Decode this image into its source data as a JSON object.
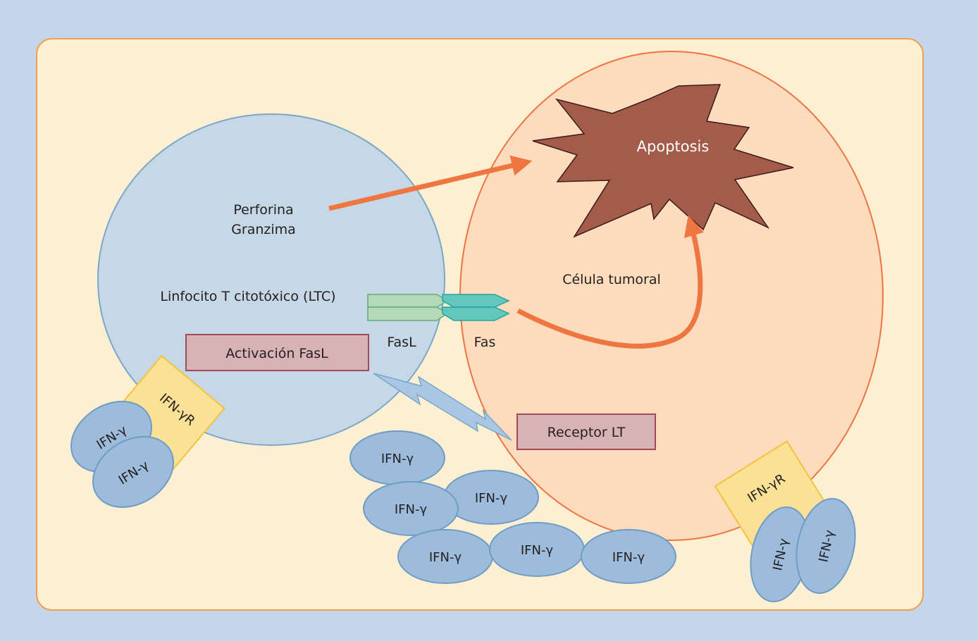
{
  "labels": {
    "apoptosis": "Apoptosis",
    "perforina": "Perforina",
    "granzima": "Granzima",
    "ltc": "Linfocito T citotóxico (LTC)",
    "tumor": "Célula tumoral",
    "fasl": "FasL",
    "fas": "Fas",
    "activacion": "Activación FasL",
    "receptor_lt": "Receptor LT",
    "ifn_receptor": "IFN-γR",
    "ifn": "IFN-γ"
  },
  "colors": {
    "background": "#c5d5ec",
    "panel": "#fdf0d2",
    "panel_border": "#f0a04a",
    "lymphocyte": "#c6d8e6",
    "lymphocyte_border": "#7aa6c8",
    "tumor_cell": "#fcdcbc",
    "tumor_border": "#ee7444",
    "apoptosis": "#a35b4a",
    "arrow": "#ef7640",
    "box": "#d8b3b6",
    "box_border": "#a14b5a",
    "receptor": "#fbe196",
    "receptor_border": "#f3c33a",
    "ifn": "#9dbcdc",
    "ifn_border": "#6e9cc5",
    "fasl": "#b4d8b8",
    "fasl_border": "#5fad78",
    "fas": "#64c7be",
    "fas_border": "#23a59c",
    "bolt": "#a9c7e4"
  }
}
